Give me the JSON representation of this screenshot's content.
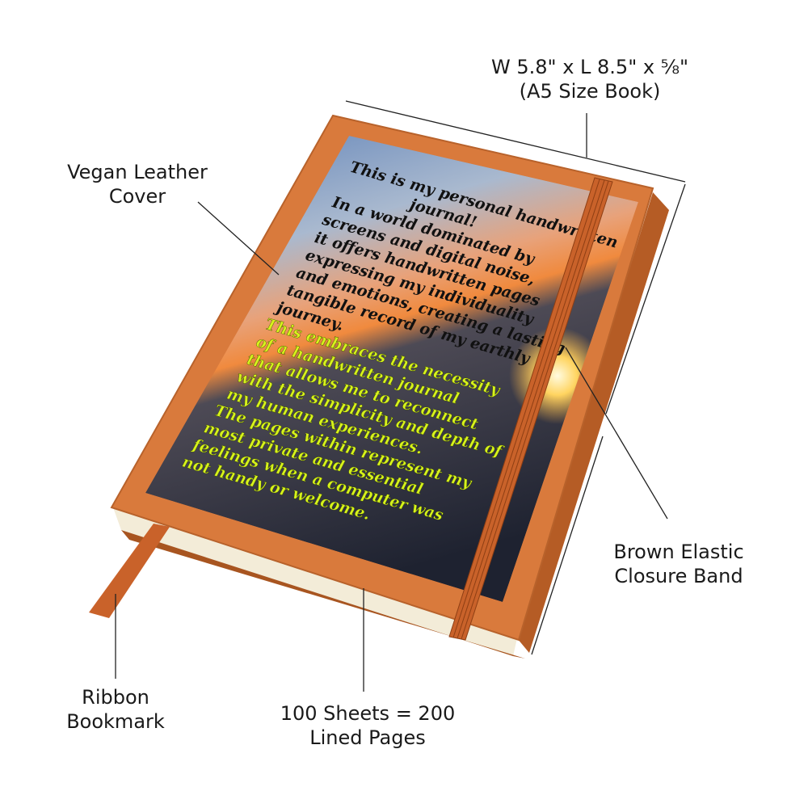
{
  "labels": {
    "dimensions_line1": "W 5.8\" x L 8.5\" x ⅝\"",
    "dimensions_line2": "(A5 Size Book)",
    "cover_line1": "Vegan Leather",
    "cover_line2": "Cover",
    "band_line1": "Brown Elastic",
    "band_line2": "Closure Band",
    "ribbon_line1": "Ribbon",
    "ribbon_line2": "Bookmark",
    "pages_line1": "100 Sheets = 200",
    "pages_line2": "Lined Pages"
  },
  "cover_text": {
    "black_lines": [
      "This is my personal handwritten",
      "journal!",
      "In a world dominated by",
      "screens and digital noise,",
      "it offers handwritten pages",
      "expressing my individuality",
      "and emotions, creating a lasting",
      "tangible record of my earthly",
      "journey."
    ],
    "yellow_lines": [
      "This embraces the necessity",
      "of a handwritten journal",
      "that allows me to reconnect",
      "with the simplicity and depth of",
      "my human experiences.",
      "The pages within represent my",
      "most private and essential",
      "feelings when a computer was",
      "not handy or welcome."
    ]
  },
  "colors": {
    "leather": "#d97a3c",
    "band": "#c9622a",
    "text_yellow": "#d7f21c",
    "text_black": "#111111"
  }
}
